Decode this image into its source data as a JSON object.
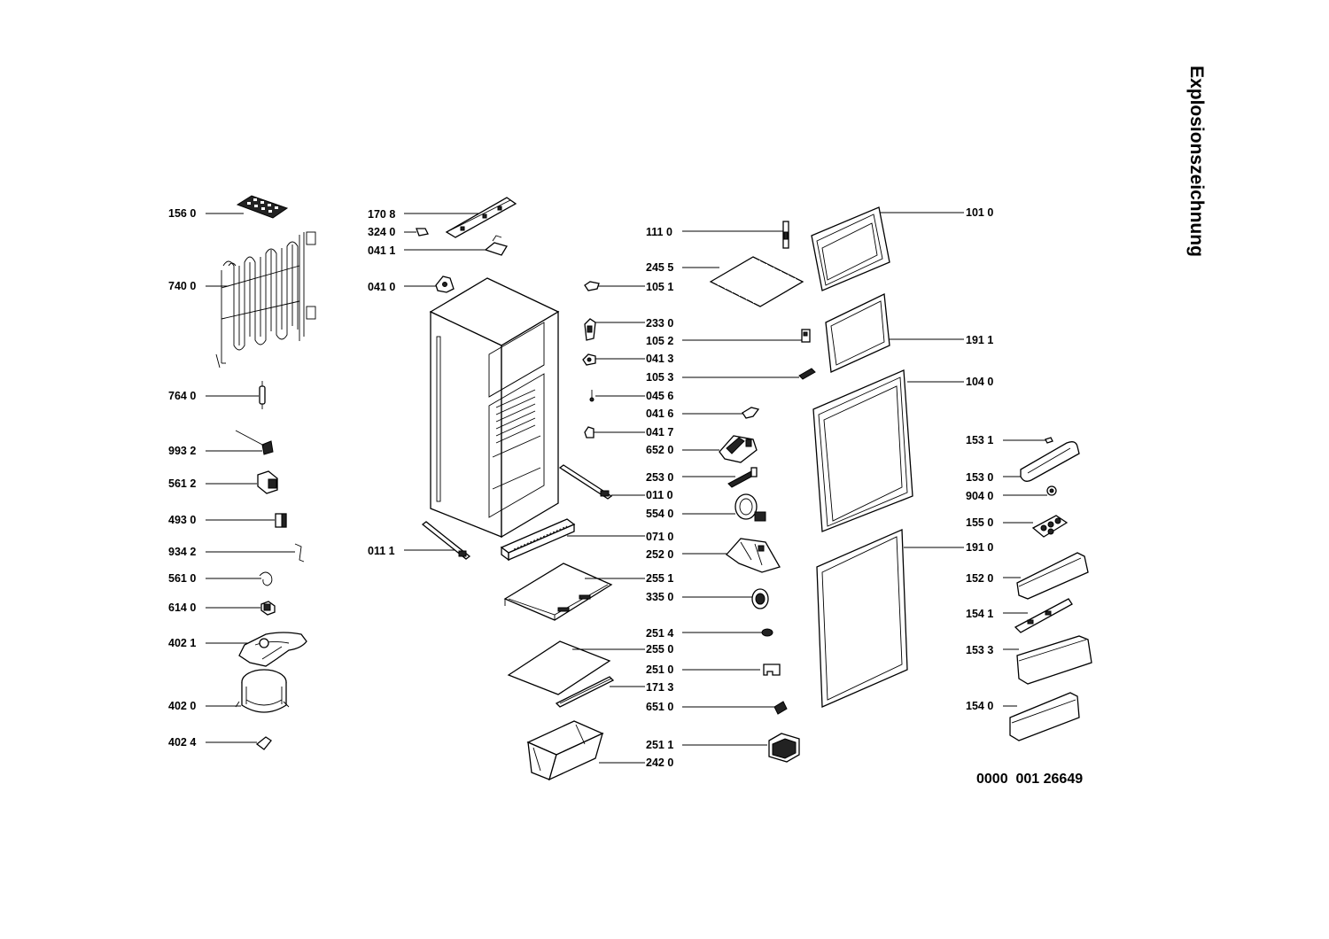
{
  "title": "Explosionszeichnung",
  "document_number": "0000  001 26649",
  "labels": {
    "l156_0": "156 0",
    "l740_0": "740 0",
    "l764_0": "764 0",
    "l993_2": "993 2",
    "l561_2": "561 2",
    "l493_0": "493 0",
    "l934_2": "934 2",
    "l561_0": "561 0",
    "l614_0": "614 0",
    "l402_1": "402 1",
    "l402_0": "402 0",
    "l402_4": "402 4",
    "l170_8": "170 8",
    "l324_0": "324 0",
    "l041_1": "041 1",
    "l041_0": "041 0",
    "l011_1": "011 1",
    "l111_0": "111 0",
    "l245_5": "245 5",
    "l105_1": "105 1",
    "l233_0": "233 0",
    "l105_2": "105 2",
    "l041_3": "041 3",
    "l105_3": "105 3",
    "l045_6": "045 6",
    "l041_6": "041 6",
    "l041_7": "041 7",
    "l652_0": "652 0",
    "l253_0": "253 0",
    "l011_0": "011 0",
    "l554_0": "554 0",
    "l071_0": "071 0",
    "l252_0": "252 0",
    "l255_1": "255 1",
    "l335_0": "335 0",
    "l251_4": "251 4",
    "l255_0": "255 0",
    "l251_0": "251 0",
    "l171_3": "171 3",
    "l651_0": "651 0",
    "l251_1": "251 1",
    "l242_0": "242 0",
    "l101_0": "101 0",
    "l191_1": "191 1",
    "l104_0": "104 0",
    "l153_1": "153 1",
    "l153_0": "153 0",
    "l904_0": "904 0",
    "l155_0": "155 0",
    "l191_0": "191 0",
    "l152_0": "152 0",
    "l154_1": "154 1",
    "l153_3": "153 3",
    "l154_0": "154 0"
  }
}
